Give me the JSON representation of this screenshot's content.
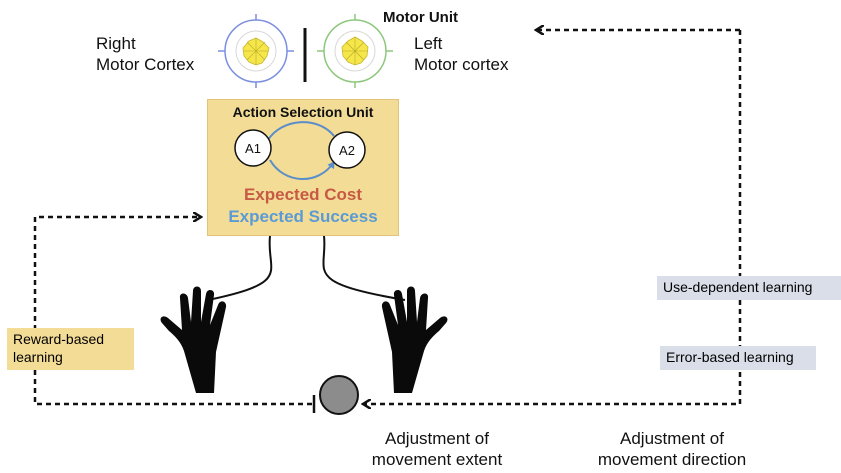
{
  "motor_unit": {
    "title": "Motor Unit",
    "right_cortex": "Right\nMotor Cortex",
    "left_cortex": "Left\nMotor cortex",
    "right_color": "#7b8fe0",
    "left_color": "#8dc77b",
    "polar_fill": "#f5e64a"
  },
  "action_selection": {
    "title": "Action Selection Unit",
    "a1": "A1",
    "a2": "A2",
    "expected_cost": "Expected Cost",
    "expected_success": "Expected Success",
    "cost_color": "#c65a45",
    "success_color": "#5b9bd5",
    "arrow_color": "#5b8ec9"
  },
  "feedback": {
    "reward_based": "Reward-based\nlearning",
    "use_dependent": "Use-dependent learning",
    "error_based": "Error-based learning"
  },
  "outcomes": {
    "extent": "Adjustment of\nmovement extent",
    "direction": "Adjustment of\nmovement direction"
  },
  "colors": {
    "motor_box": "#dadee9",
    "action_box": "#f3dc96",
    "hand": "#0a0a0a",
    "target": "#8c8c8c"
  }
}
